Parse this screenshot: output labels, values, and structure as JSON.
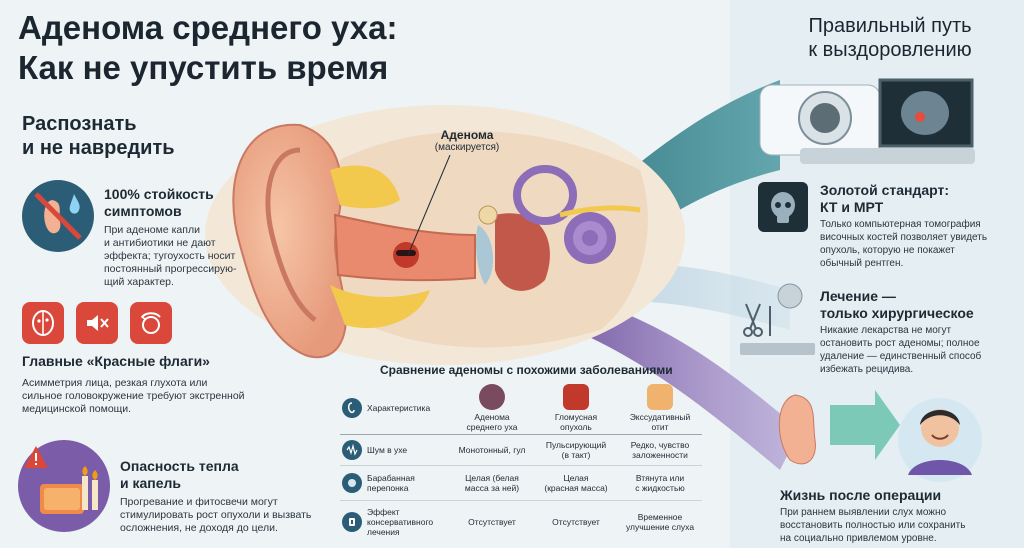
{
  "title": {
    "line1": "Аденома среднего уха:",
    "line2": "Как не упустить время"
  },
  "right_title": {
    "line1": "Правильный путь",
    "line2": "к выздоровлению"
  },
  "left": {
    "section_title": {
      "line1": "Распознать",
      "line2": "и не навредить"
    },
    "block1": {
      "title": {
        "line1": "100% стойкость",
        "line2": "симптомов"
      },
      "text": [
        "При аденоме капли",
        "и антибиотики не дают",
        "эффекта; тугоухость носит",
        "постоянный прогрессирую-",
        "щий характер."
      ]
    },
    "block2": {
      "title": "Главные «Красные флаги»",
      "text": [
        "Асимметрия лица, резкая глухота или",
        "сильное головокружение требуют экстренной",
        "медицинской помощи."
      ]
    },
    "block3": {
      "title": {
        "line1": "Опасность тепла",
        "line2": "и капель"
      },
      "text": [
        "Прогревание и фитосвечи могут",
        "стимулировать рост опухоли и вызвать",
        "осложнения, не доходя до цели."
      ]
    }
  },
  "ear": {
    "label": "Аденома",
    "sublabel": "(маскируется)"
  },
  "comparison": {
    "title": "Сравнение аденомы с похожими заболеваниями",
    "columns": [
      {
        "line1": "Аденома",
        "line2": "среднего уха"
      },
      {
        "line1": "Гломусная",
        "line2": "опухоль"
      },
      {
        "line1": "Экссудативный",
        "line2": "отит"
      }
    ],
    "rows": [
      {
        "label": [
          "Характеристика"
        ],
        "cells": []
      },
      {
        "label": [
          "Шум в ухе"
        ],
        "cells": [
          [
            "Монотонный, гул"
          ],
          [
            "Пульсирующий",
            "(в такт)"
          ],
          [
            "Редко, чувство",
            "заложенности"
          ]
        ]
      },
      {
        "label": [
          "Барабанная",
          "перепонка"
        ],
        "cells": [
          [
            "Целая (белая",
            "масса за ней)"
          ],
          [
            "Целая",
            "(красная масса)"
          ],
          [
            "Втянута или",
            "с жидкостью"
          ]
        ]
      },
      {
        "label": [
          "Эффект",
          "консервативного",
          "лечения"
        ],
        "cells": [
          [
            "Отсутствует"
          ],
          [
            "Отсутствует"
          ],
          [
            "Временное",
            "улучшение слуха"
          ]
        ]
      }
    ]
  },
  "right": {
    "step1": {
      "title": {
        "line1": "Золотой стандарт:",
        "line2": "КТ и МРТ"
      },
      "text": [
        "Только компьютерная томография",
        "височных костей позволяет увидеть",
        "опухоль, которую не покажет",
        "обычный рентген."
      ]
    },
    "step2": {
      "title": {
        "line1": "Лечение —",
        "line2": "только хирургическое"
      },
      "text": [
        "Никакие лекарства не могут",
        "остановить рост аденомы; полное",
        "удаление — единственный способ",
        "избежать рецидива."
      ]
    },
    "step3": {
      "title": "Жизнь после операции",
      "text": [
        "При раннем выявлении слух можно",
        "восстановить полностью или сохранить",
        "на социально привлемом уровне."
      ]
    }
  },
  "colors": {
    "accent_red": "#d9483b",
    "navy": "#2c5d77",
    "teal_wave": "#2f7d86",
    "purple_wave": "#8a6db5"
  }
}
